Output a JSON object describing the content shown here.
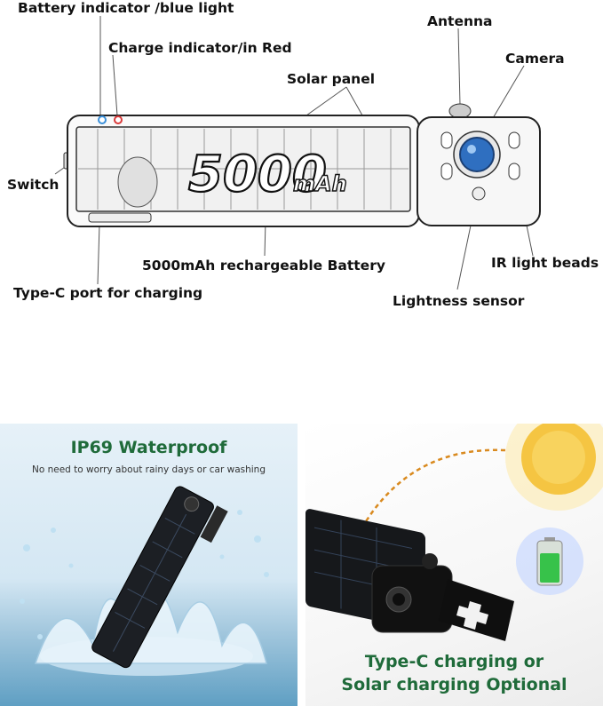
{
  "labels": {
    "battery_indicator": "Battery indicator /blue light",
    "charge_indicator": "Charge indicator/in Red",
    "solar_panel": "Solar panel",
    "antenna": "Antenna",
    "camera": "Camera",
    "switch": "Switch",
    "battery": "5000mAh rechargeable Battery",
    "type_c_port": "Type-C port for charging",
    "ir_beads": "IR light beads",
    "lightness_sensor": "Lightness sensor",
    "capacity_big": "5000",
    "capacity_unit": "mAh"
  },
  "waterproof": {
    "title": "IP69 Waterproof",
    "subtitle": "No need to worry about rainy days or car washing"
  },
  "charging": {
    "line1": "Type-C charging or",
    "line2": "Solar charging Optional"
  },
  "colors": {
    "accent_green": "#1f6b3a",
    "battery_blue_led": "#3a8fd9",
    "charge_red_led": "#d93a3a",
    "camera_lens": "#2f6fc0",
    "sun": "#f5c542",
    "battery_fill": "#37c24a"
  },
  "icons": [
    "sun-icon",
    "battery-icon"
  ]
}
